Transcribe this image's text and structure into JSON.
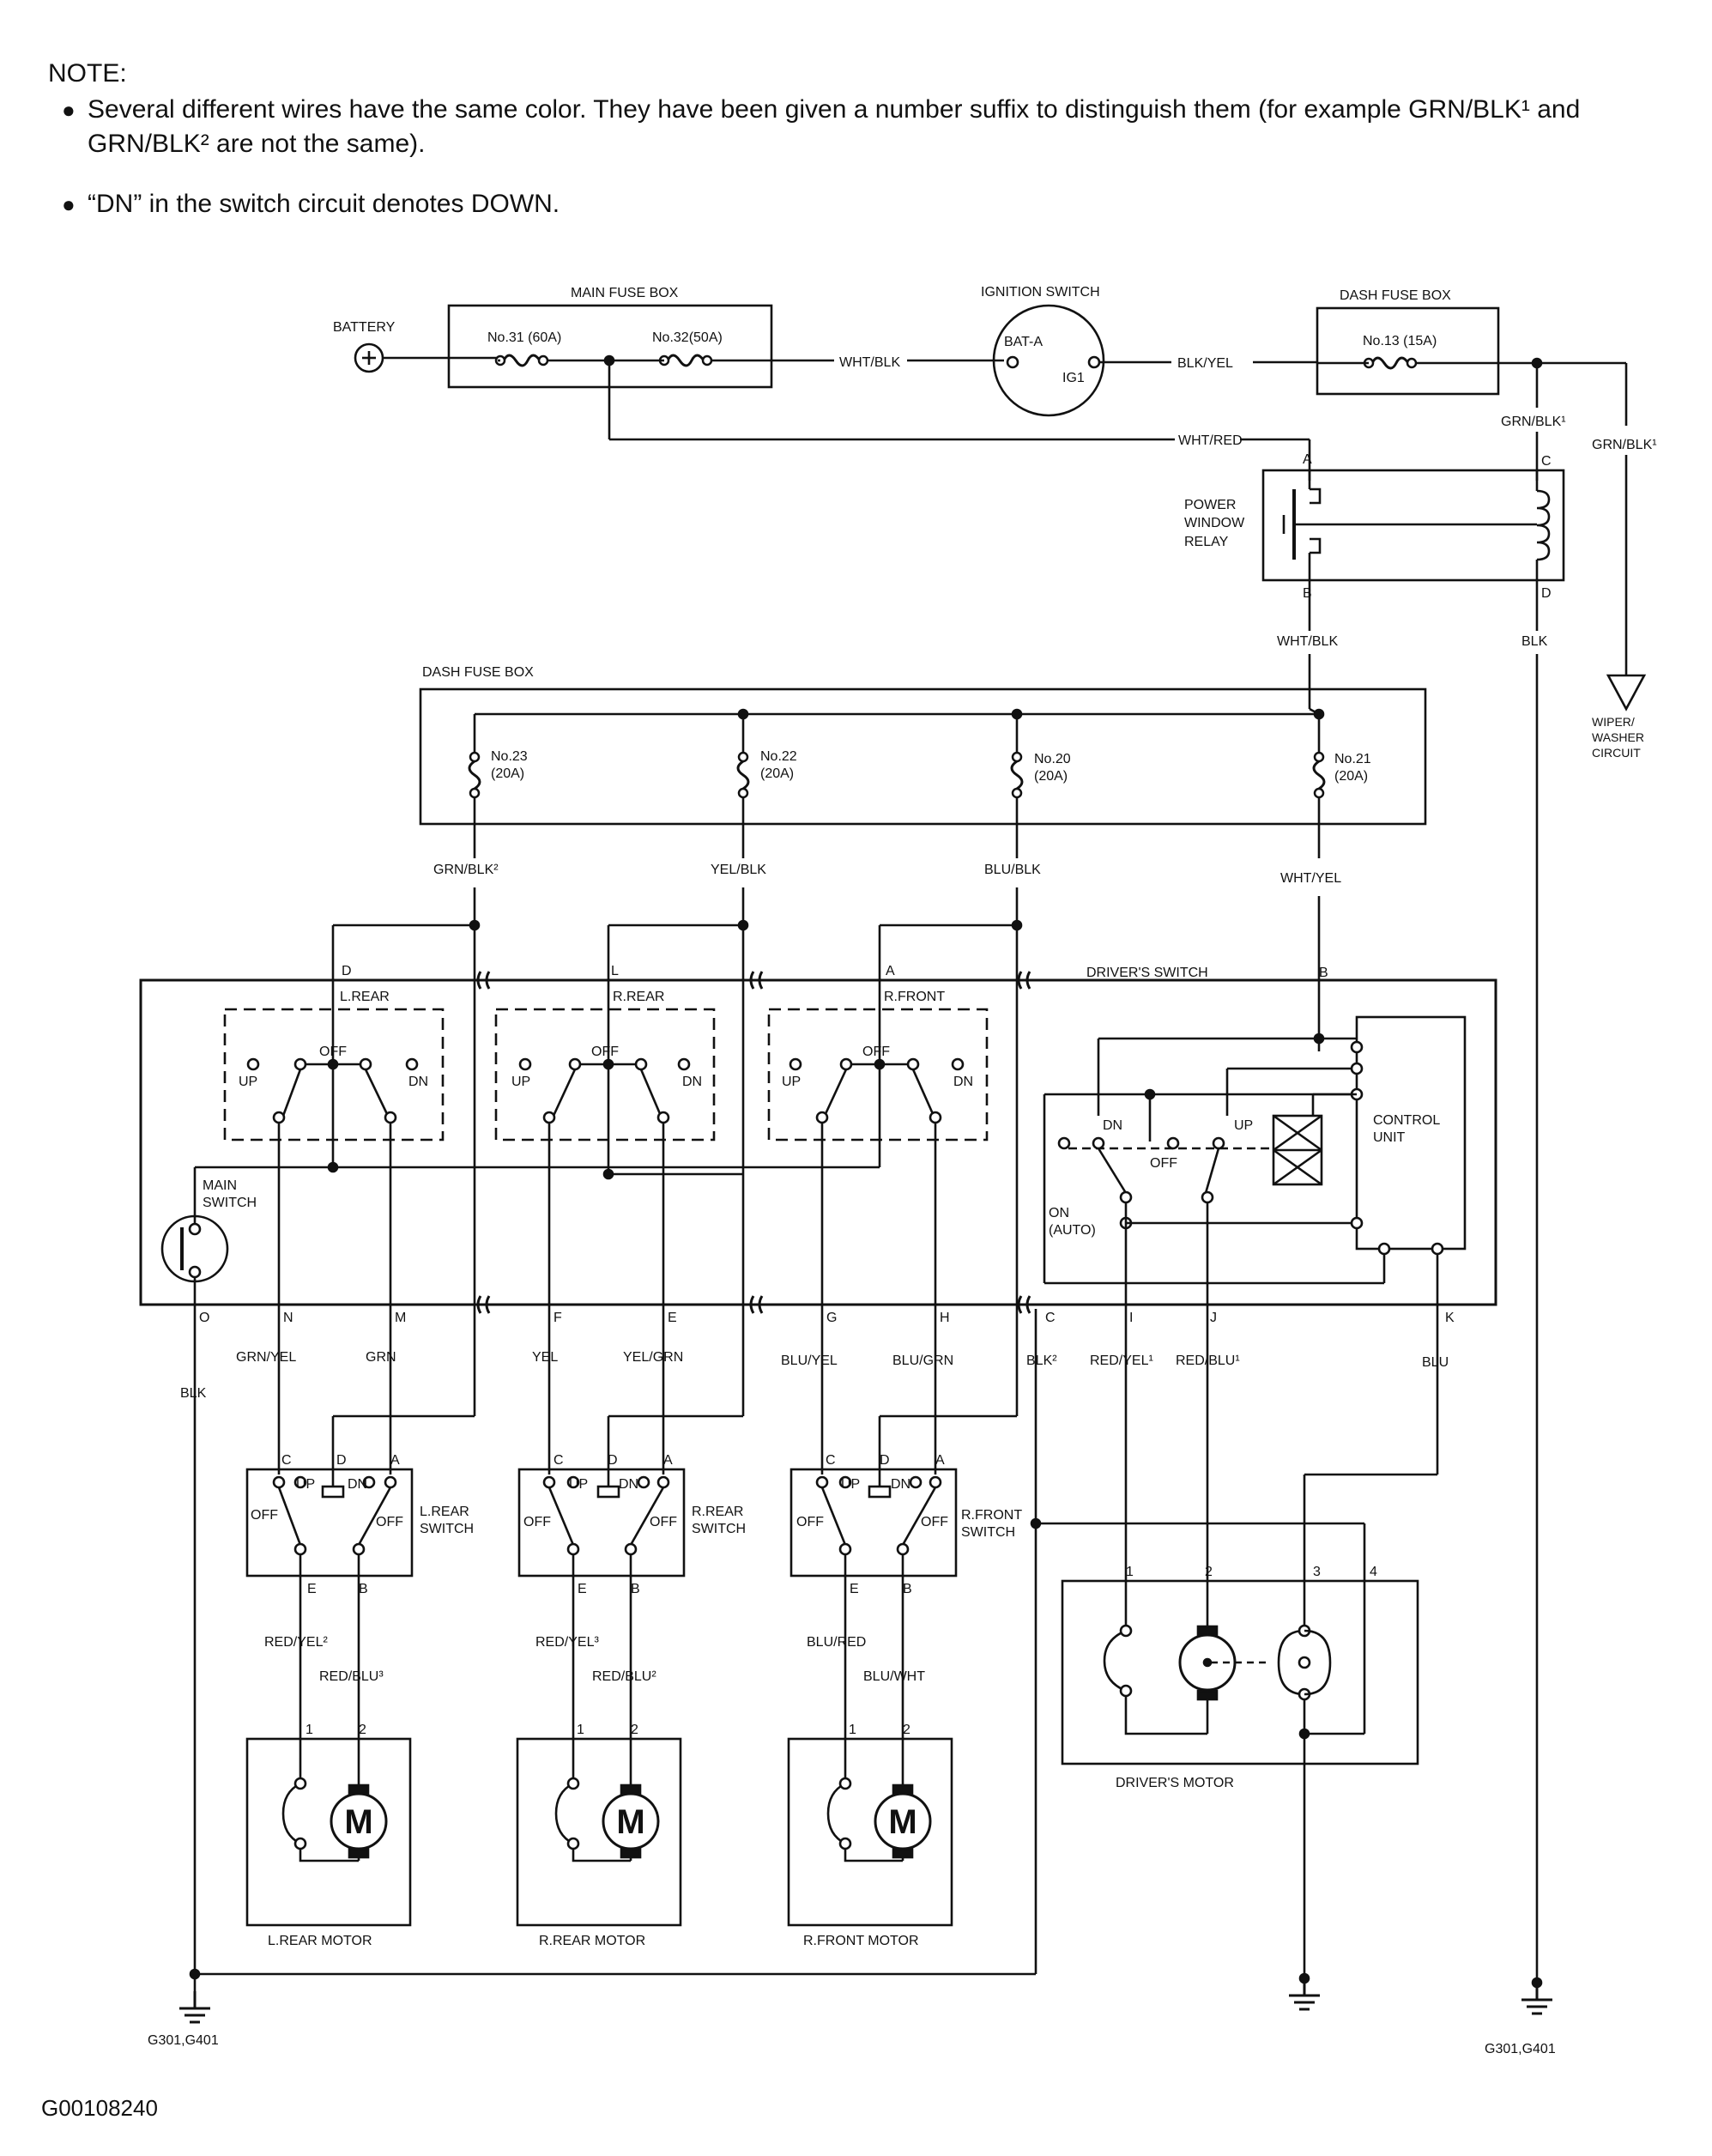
{
  "note": {
    "heading": "NOTE:",
    "bullet1": "Several different wires have the same color. They have been given a number suffix to distinguish them (for example GRN/BLK¹ and GRN/BLK² are not the same).",
    "bullet2": "“DN” in the switch circuit denotes DOWN."
  },
  "figure_id": "G00108240",
  "labels": {
    "main_fuse_box": "MAIN FUSE BOX",
    "battery": "BATTERY",
    "fuse31": "No.31 (60A)",
    "fuse32": "No.32(50A)",
    "ignition_switch": "IGNITION SWITCH",
    "bat_a": "BAT-A",
    "ig1": "IG1",
    "dash_fuse_box_top": "DASH FUSE BOX",
    "fuse13": "No.13 (15A)",
    "wht_blk_1": "WHT/BLK",
    "blk_yel": "BLK/YEL",
    "wht_red": "WHT/RED",
    "grn_blk1_a": "GRN/BLK¹",
    "grn_blk1_b": "GRN/BLK¹",
    "relay_line1": "POWER",
    "relay_line2": "WINDOW",
    "relay_line3": "RELAY",
    "relay_a": "A",
    "relay_b": "B",
    "relay_c": "C",
    "relay_d": "D",
    "wht_blk_2": "WHT/BLK",
    "blk_relay": "BLK",
    "wiper_line1": "WIPER/",
    "wiper_line2": "WASHER",
    "wiper_line3": "CIRCUIT",
    "dash_fuse_box_mid": "DASH FUSE BOX",
    "fuse23": "No.23",
    "fuse23_amp": "(20A)",
    "fuse22": "No.22",
    "fuse22_amp": "(20A)",
    "fuse20": "No.20",
    "fuse20_amp": "(20A)",
    "fuse21": "No.21",
    "fuse21_amp": "(20A)",
    "grn_blk2": "GRN/BLK²",
    "yel_blk": "YEL/BLK",
    "blu_blk": "BLU/BLK",
    "wht_yel": "WHT/YEL",
    "drivers_switch": "DRIVER'S SWITCH",
    "lrear": "L.REAR",
    "rrear": "R.REAR",
    "rfront": "R.FRONT",
    "term_d": "D",
    "term_l": "L",
    "term_a": "A",
    "term_b": "B",
    "up": "UP",
    "dn": "DN",
    "off": "OFF",
    "main_switch_1": "MAIN",
    "main_switch_2": "SWITCH",
    "control_unit_1": "CONTROL",
    "control_unit_2": "UNIT",
    "on": "ON",
    "auto": "(AUTO)",
    "term_o": "O",
    "term_n": "N",
    "term_m": "M",
    "term_f": "F",
    "term_e": "E",
    "term_g": "G",
    "term_h": "H",
    "term_c": "C",
    "term_i": "I",
    "term_j": "J",
    "term_k": "K",
    "blk_left": "BLK",
    "grn_yel": "GRN/YEL",
    "grn": "GRN",
    "yel": "YEL",
    "yel_grn": "YEL/GRN",
    "blu_yel": "BLU/YEL",
    "blu_grn": "BLU/GRN",
    "blk2": "BLK²",
    "red_yel1": "RED/YEL¹",
    "red_blu1": "RED/BLU¹",
    "blu": "BLU",
    "sw_c": "C",
    "sw_d": "D",
    "sw_a": "A",
    "sw_e": "E",
    "sw_b": "B",
    "lrear_switch_1": "L.REAR",
    "lrear_switch_2": "SWITCH",
    "rrear_switch_1": "R.REAR",
    "rrear_switch_2": "SWITCH",
    "rfront_switch_1": "R.FRONT",
    "rfront_switch_2": "SWITCH",
    "red_yel2_l": "RED/YEL²",
    "red_blu3_l": "RED/BLU³",
    "red_yel3_r": "RED/YEL³",
    "red_blu2_r": "RED/BLU²",
    "blu_red": "BLU/RED",
    "blu_wht": "BLU/WHT",
    "pin1": "1",
    "pin2": "2",
    "pin3": "3",
    "pin4": "4",
    "motor_m": "M",
    "lrear_motor": "L.REAR MOTOR",
    "rrear_motor": "R.REAR MOTOR",
    "rfront_motor": "R.FRONT MOTOR",
    "drivers_motor": "DRIVER'S MOTOR",
    "ground_left": "G301,G401",
    "ground_right": "G301,G401"
  }
}
